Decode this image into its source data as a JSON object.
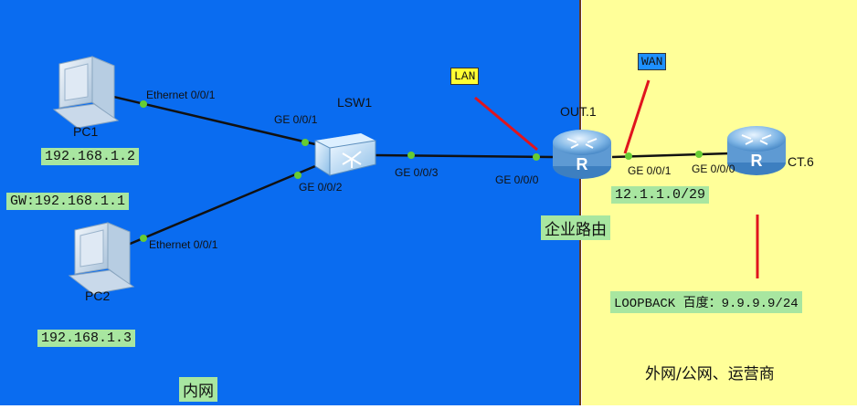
{
  "zones": {
    "inner_name": "内网",
    "outer_name": "外网/公网、运营商",
    "enterprise_router_label": "企业路由"
  },
  "devices": {
    "pc1": "PC1",
    "pc2": "PC2",
    "switch": "LSW1",
    "router_out": "OUT.1",
    "router_ct": "CT.6"
  },
  "ports": {
    "pc1_eth": "Ethernet 0/0/1",
    "pc2_eth": "Ethernet 0/0/1",
    "lsw_ge001": "GE 0/0/1",
    "lsw_ge002": "GE 0/0/2",
    "lsw_ge003": "GE 0/0/3",
    "out_ge000": "GE 0/0/0",
    "out_ge001": "GE 0/0/1",
    "ct_ge000": "GE 0/0/0"
  },
  "addresses": {
    "pc1_ip": "192.168.1.2",
    "gateway": "GW:192.168.1.1",
    "pc2_ip": "192.168.1.3",
    "wan_net": "12.1.1.0/29",
    "loopback": "LOOPBACK 百度：9.9.9.9/24"
  },
  "tags": {
    "lan": "LAN",
    "wan": "WAN"
  },
  "colors": {
    "inner_zone": "#0a6cf0",
    "outer_zone": "#ffff99",
    "ip_tag": "#a8e6a0",
    "port_dot": "#66cc33",
    "pointer": "#e0141e"
  }
}
